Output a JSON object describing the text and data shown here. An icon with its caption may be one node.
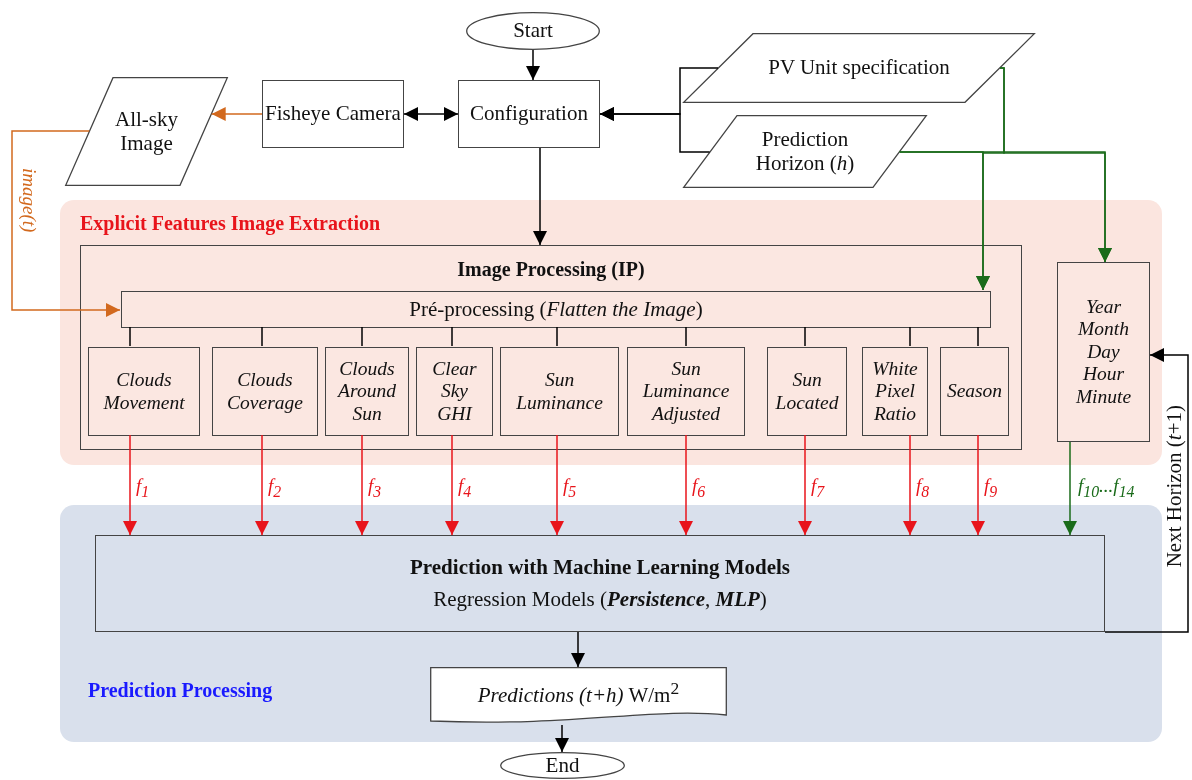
{
  "diagram": {
    "nodes": [
      {
        "text": [
          "Start"
        ]
      },
      {
        "text": [
          "Configuration"
        ]
      },
      {
        "text": [
          "Fisheye Camera"
        ]
      },
      {
        "text": [
          "All-sky Image"
        ]
      },
      {
        "text": [
          "PV Unit specification"
        ]
      },
      {
        "text": [
          "Prediction Horizon (*h*)"
        ]
      },
      {
        "text": [
          "Explicit Features Image Extraction"
        ]
      },
      {
        "text": [
          "Image Processing (IP)"
        ],
        "in": 6
      },
      {
        "text": [
          "Pré-processing (*Flatten the Image*)"
        ],
        "in": 7
      },
      {
        "text": [
          "Clouds Movement"
        ],
        "in": 7
      },
      {
        "text": [
          "Clouds Coverage"
        ],
        "in": 7
      },
      {
        "text": [
          "Clouds Around Sun"
        ],
        "in": 7
      },
      {
        "text": [
          "Clear Sky GHI"
        ],
        "in": 7
      },
      {
        "text": [
          "Sun Luminance"
        ],
        "in": 7
      },
      {
        "text": [
          "Sun Luminance Adjusted"
        ],
        "in": 7
      },
      {
        "text": [
          "Sun Located"
        ],
        "in": 7
      },
      {
        "text": [
          "White Pixel Ratio"
        ],
        "in": 7
      },
      {
        "text": [
          "Season"
        ],
        "in": 7
      },
      {
        "text": [
          "Year Month Day Hour Minute"
        ],
        "in": 6
      },
      {
        "text": [
          "Prediction Processing"
        ]
      },
      {
        "text": [
          "Prediction with Machine Learning Models",
          "Regression Models (**Persistence**, **MLP**)"
        ],
        "in": 19
      },
      {
        "text": [
          "*Predictions (t+h)* W/m$^{2}$"
        ],
        "in": 19
      },
      {
        "text": [
          "End"
        ]
      }
    ],
    "edges": [
      {
        "from": 0,
        "to": 1,
        "arrow": "to"
      },
      {
        "from": 2,
        "to": 1,
        "arrow": "both"
      },
      {
        "from": 2,
        "to": 3,
        "arrow": "to",
        "color": "#d2691e"
      },
      {
        "from": 3,
        "to": 8,
        "arrow": "to",
        "label": "image(t)",
        "color": "#d2691e"
      },
      {
        "from": 4,
        "to": 1,
        "arrow": "to"
      },
      {
        "from": 5,
        "to": 1,
        "arrow": "to"
      },
      {
        "from": 1,
        "to": 7,
        "arrow": "to"
      },
      {
        "from": 4,
        "to": 8,
        "arrow": "to",
        "color": "#1a6b1a"
      },
      {
        "from": 4,
        "to": 18,
        "arrow": "to",
        "color": "#1a6b1a"
      },
      {
        "from": 5,
        "to": 8,
        "arrow": "to",
        "color": "#1a6b1a"
      },
      {
        "from": 5,
        "to": 18,
        "arrow": "to",
        "color": "#1a6b1a"
      },
      {
        "from": 8,
        "to": 9,
        "arrow": "none"
      },
      {
        "from": 8,
        "to": 10,
        "arrow": "none"
      },
      {
        "from": 8,
        "to": 11,
        "arrow": "none"
      },
      {
        "from": 8,
        "to": 12,
        "arrow": "none"
      },
      {
        "from": 8,
        "to": 13,
        "arrow": "none"
      },
      {
        "from": 8,
        "to": 14,
        "arrow": "none"
      },
      {
        "from": 8,
        "to": 15,
        "arrow": "none"
      },
      {
        "from": 8,
        "to": 16,
        "arrow": "none"
      },
      {
        "from": 8,
        "to": 17,
        "arrow": "none"
      },
      {
        "from": 9,
        "to": 20,
        "arrow": "to",
        "label": "f$_{1}$",
        "color": "#e8141b"
      },
      {
        "from": 10,
        "to": 20,
        "arrow": "to",
        "label": "f$_{2}$",
        "color": "#e8141b"
      },
      {
        "from": 11,
        "to": 20,
        "arrow": "to",
        "label": "f$_{3}$",
        "color": "#e8141b"
      },
      {
        "from": 12,
        "to": 20,
        "arrow": "to",
        "label": "f$_{4}$",
        "color": "#e8141b"
      },
      {
        "from": 13,
        "to": 20,
        "arrow": "to",
        "label": "f$_{5}$",
        "color": "#e8141b"
      },
      {
        "from": 14,
        "to": 20,
        "arrow": "to",
        "label": "f$_{6}$",
        "color": "#e8141b"
      },
      {
        "from": 15,
        "to": 20,
        "arrow": "to",
        "label": "f$_{7}$",
        "color": "#e8141b"
      },
      {
        "from": 16,
        "to": 20,
        "arrow": "to",
        "label": "f$_{8}$",
        "color": "#e8141b"
      },
      {
        "from": 17,
        "to": 20,
        "arrow": "to",
        "label": "f$_{9}$",
        "color": "#e8141b"
      },
      {
        "from": 18,
        "to": 20,
        "arrow": "to",
        "label": "f$_{10}$...f$_{14}$",
        "color": "#1a6b1a"
      },
      {
        "from": 20,
        "to": 18,
        "arrow": "to",
        "label": "Next Horizon (*t*+1)"
      },
      {
        "from": 20,
        "to": 21,
        "arrow": "to"
      },
      {
        "from": 21,
        "to": 22,
        "arrow": "to"
      }
    ]
  }
}
